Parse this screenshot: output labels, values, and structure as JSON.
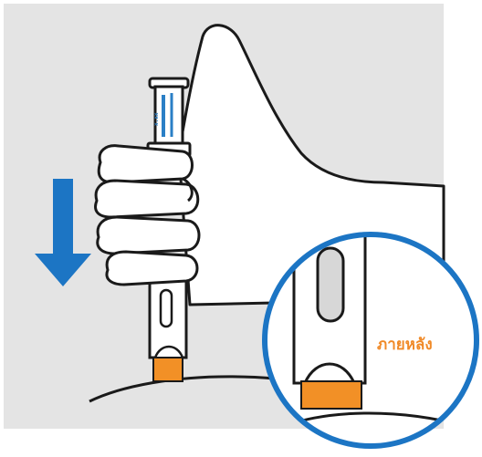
{
  "illustration": {
    "description_free": true,
    "after_label": "ภายหลัง",
    "colors": {
      "background": "#e4e4e4",
      "outline": "#1a1a1a",
      "arrow_blue": "#1c75c4",
      "callout_ring": "#1c75c4",
      "orange_tip": "#f29026",
      "label_orange": "#f08a28",
      "skin": "#ffffff",
      "scale_blue": "#2a7fc6"
    },
    "icons": [
      "down-arrow-icon",
      "thumbs-up-hand",
      "autoinjector-pen",
      "magnifier-callout"
    ]
  }
}
